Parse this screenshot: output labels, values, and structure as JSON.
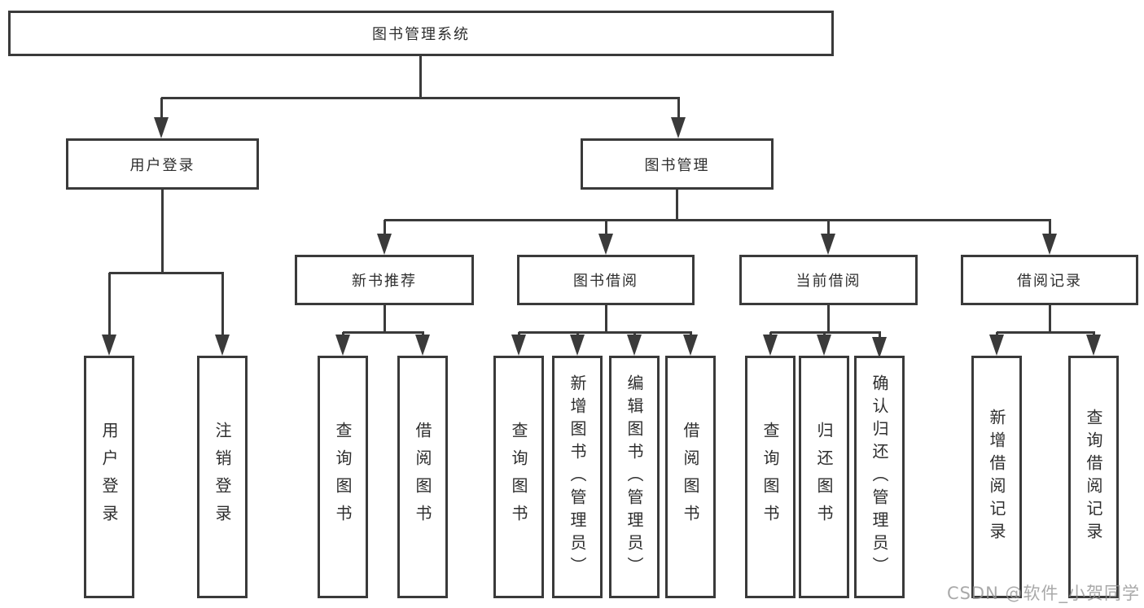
{
  "diagram": {
    "root": {
      "label": "图书管理系统"
    },
    "level2": [
      {
        "label": "用户登录"
      },
      {
        "label": "图书管理"
      }
    ],
    "level3": [
      {
        "label": "新书推荐"
      },
      {
        "label": "图书借阅"
      },
      {
        "label": "当前借阅"
      },
      {
        "label": "借阅记录"
      }
    ],
    "leaves": [
      {
        "label": "用户登录"
      },
      {
        "label": "注销登录"
      },
      {
        "label": "查询图书"
      },
      {
        "label": "借阅图书"
      },
      {
        "label": "查询图书"
      },
      {
        "label": "新增图书（管理员）"
      },
      {
        "label": "编辑图书（管理员）"
      },
      {
        "label": "借阅图书"
      },
      {
        "label": "查询图书"
      },
      {
        "label": "归还图书"
      },
      {
        "label": "确认归还（管理员）"
      },
      {
        "label": "新增借阅记录"
      },
      {
        "label": "查询借阅记录"
      }
    ]
  },
  "watermark": {
    "text": "CSDN @软件_小贺同学"
  },
  "colors": {
    "line": "#3a3a3a",
    "text": "#2e2e2e",
    "background": "#ffffff",
    "watermark": "#949494"
  }
}
